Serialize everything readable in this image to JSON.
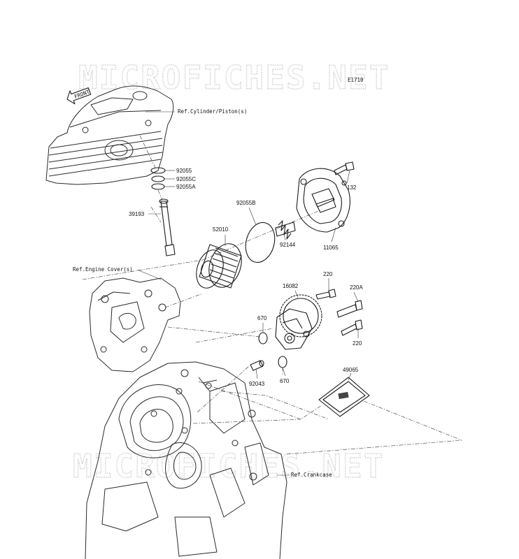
{
  "watermark": {
    "text": "MICROFICHES.NET"
  },
  "diagram": {
    "code": "E1710",
    "front_label": "FRONT"
  },
  "references": {
    "cylinder": "Ref.Cylinder/Piston(s)",
    "engine_cover": "Ref.Engine Cover(s)",
    "crankcase": "Ref.Crankcase"
  },
  "parts": [
    {
      "id": "p92055",
      "number": "92055"
    },
    {
      "id": "p92055c",
      "number": "92055C"
    },
    {
      "id": "p92055a",
      "number": "92055A"
    },
    {
      "id": "p39193",
      "number": "39193"
    },
    {
      "id": "p52010",
      "number": "52010"
    },
    {
      "id": "p92055b",
      "number": "92055B"
    },
    {
      "id": "p92144",
      "number": "92144"
    },
    {
      "id": "p11065",
      "number": "11065"
    },
    {
      "id": "p132",
      "number": "132"
    },
    {
      "id": "p220a",
      "number": "220"
    },
    {
      "id": "p220b",
      "number": "220A"
    },
    {
      "id": "p220c",
      "number": "220"
    },
    {
      "id": "p16082",
      "number": "16082"
    },
    {
      "id": "p670a",
      "number": "670"
    },
    {
      "id": "p670b",
      "number": "670"
    },
    {
      "id": "p92043",
      "number": "92043"
    },
    {
      "id": "p49065",
      "number": "49065"
    }
  ]
}
